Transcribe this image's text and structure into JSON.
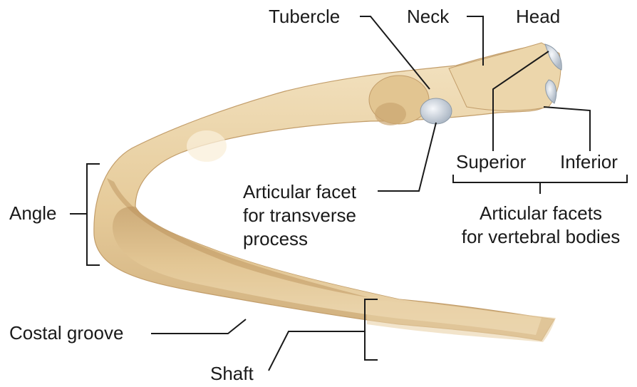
{
  "labels": {
    "tubercle": "Tubercle",
    "neck": "Neck",
    "head": "Head",
    "superior": "Superior",
    "inferior": "Inferior",
    "facet_transverse_line1": "Articular facet",
    "facet_transverse_line2": "for transverse",
    "facet_transverse_line3": "process",
    "facets_vertebral_line1": "Articular facets",
    "facets_vertebral_line2": "for vertebral bodies",
    "angle": "Angle",
    "costal_groove": "Costal groove",
    "shaft": "Shaft"
  },
  "colors": {
    "bone_light": "#f1dfbb",
    "bone_mid": "#e3c795",
    "bone_shadow": "#c9a574",
    "cartilage": "#dde3ea",
    "line": "#1a1a1a"
  }
}
